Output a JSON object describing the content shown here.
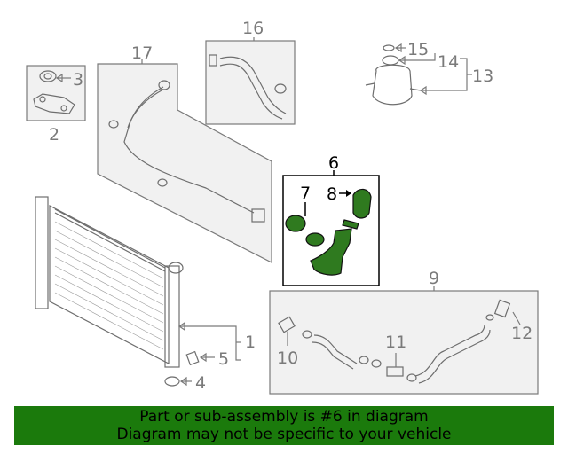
{
  "callouts": {
    "c1": "1",
    "c2": "2",
    "c3": "3",
    "c4": "4",
    "c5": "5",
    "c6": "6",
    "c7": "7",
    "c8": "8",
    "c9": "9",
    "c10": "10",
    "c11": "11",
    "c12": "12",
    "c13": "13",
    "c14": "14",
    "c15": "15",
    "c16": "16",
    "c17": "17"
  },
  "highlight": {
    "color": "#2f7a1f",
    "part_number": "6"
  },
  "banner": {
    "background": "#1b7a0c",
    "line1": "Part or sub-assembly is #6 in diagram",
    "line2": "Diagram may not be specific to your vehicle"
  }
}
